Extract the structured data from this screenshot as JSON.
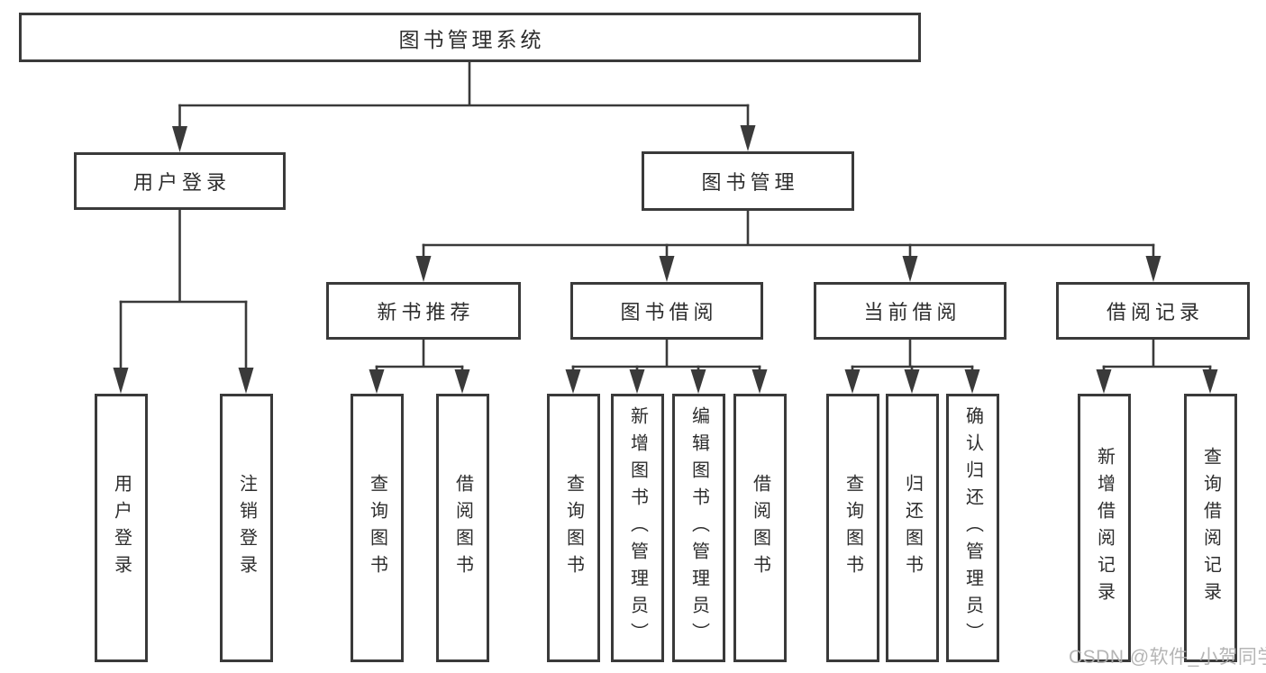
{
  "diagram": {
    "title": "图书管理系统",
    "watermark": "CSDN @软件_小贺同学",
    "colors": {
      "line": "#3a3a3a",
      "text": "#2d2d2d",
      "box_background": "#ffffff",
      "watermark": "#afafaf"
    }
  },
  "tree": {
    "label": "图书管理系统",
    "children": [
      {
        "label": "用户登录",
        "children": [
          {
            "label": "用户登录"
          },
          {
            "label": "注销登录"
          }
        ]
      },
      {
        "label": "图书管理",
        "children": [
          {
            "label": "新书推荐",
            "children": [
              {
                "label": "查询图书"
              },
              {
                "label": "借阅图书"
              }
            ]
          },
          {
            "label": "图书借阅",
            "children": [
              {
                "label": "查询图书"
              },
              {
                "label": "新增图书（管理员）"
              },
              {
                "label": "编辑图书（管理员）"
              },
              {
                "label": "借阅图书"
              }
            ]
          },
          {
            "label": "当前借阅",
            "children": [
              {
                "label": "查询图书"
              },
              {
                "label": "归还图书"
              },
              {
                "label": "确认归还（管理员）"
              }
            ]
          },
          {
            "label": "借阅记录",
            "children": [
              {
                "label": "新增借阅记录"
              },
              {
                "label": "查询借阅记录"
              }
            ]
          }
        ]
      }
    ]
  }
}
